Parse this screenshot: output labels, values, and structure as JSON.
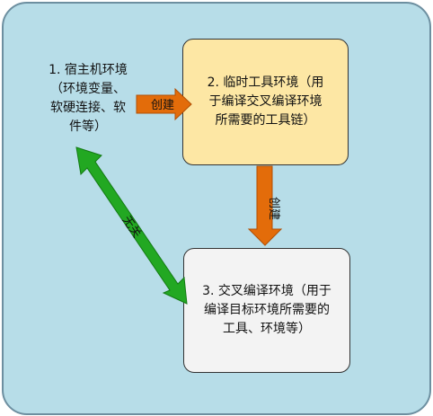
{
  "host_env": {
    "lines": [
      "1. 宿主机环境",
      "（环境变量、",
      "软硬连接、软",
      "件等）"
    ]
  },
  "temp_env": {
    "lines": [
      "2. 临时工具环境（用",
      "于编译交叉编译环境",
      "所需要的工具链）"
    ]
  },
  "cross_env": {
    "lines": [
      "3. 交叉编译环境（用于",
      "编译目标环境所需要的",
      "工具、环境等）"
    ]
  },
  "arrows": {
    "host_to_temp_label": "创建",
    "temp_to_cross_label": "创建",
    "host_cross_label": "无关"
  },
  "colors": {
    "background": "#b7dde8",
    "temp_box": "#fde7a4",
    "cross_box": "#f3f3f3",
    "create_arrow": "#e36c0a",
    "unrelated_arrow": "#22a822"
  }
}
